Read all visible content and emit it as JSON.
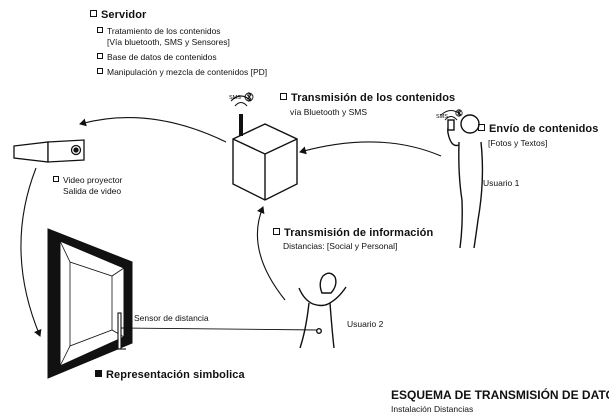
{
  "servidor": {
    "title": "Servidor",
    "items": [
      {
        "text": "Tratamiento de  los contenidos",
        "text2": "[Vía bluetooth, SMS y Sensores]"
      },
      {
        "text": "Base de datos de contenidos"
      },
      {
        "text": "Manipulación y mezcla de contenidos [PD]"
      }
    ]
  },
  "transmision_contenidos": {
    "title": "Transmisión de los contenidos",
    "sub": "vía Bluetooth y SMS"
  },
  "envio": {
    "title": "Envío de contenidos",
    "sub": "[Fotos y Textos]"
  },
  "usuario1": "Usuario 1",
  "usuario2": "Usuario 2",
  "video": {
    "line1": "Video proyector",
    "line2": "Salida de video"
  },
  "transmision_info": {
    "title": "Transmisión de información",
    "sub": "Distancias: [Social y Personal]"
  },
  "sensor": "Sensor de distancia",
  "representacion": "Representación simbolica",
  "esquema": {
    "title": "ESQUEMA DE TRANSMISIÓN DE DATOS",
    "sub": "Instalación  Distancias"
  },
  "sms_label": "SMS",
  "icons": {
    "bluetooth": "bluetooth-icon",
    "projector": "projector-icon",
    "server": "server-box-icon",
    "screen": "screen-frame-icon"
  }
}
